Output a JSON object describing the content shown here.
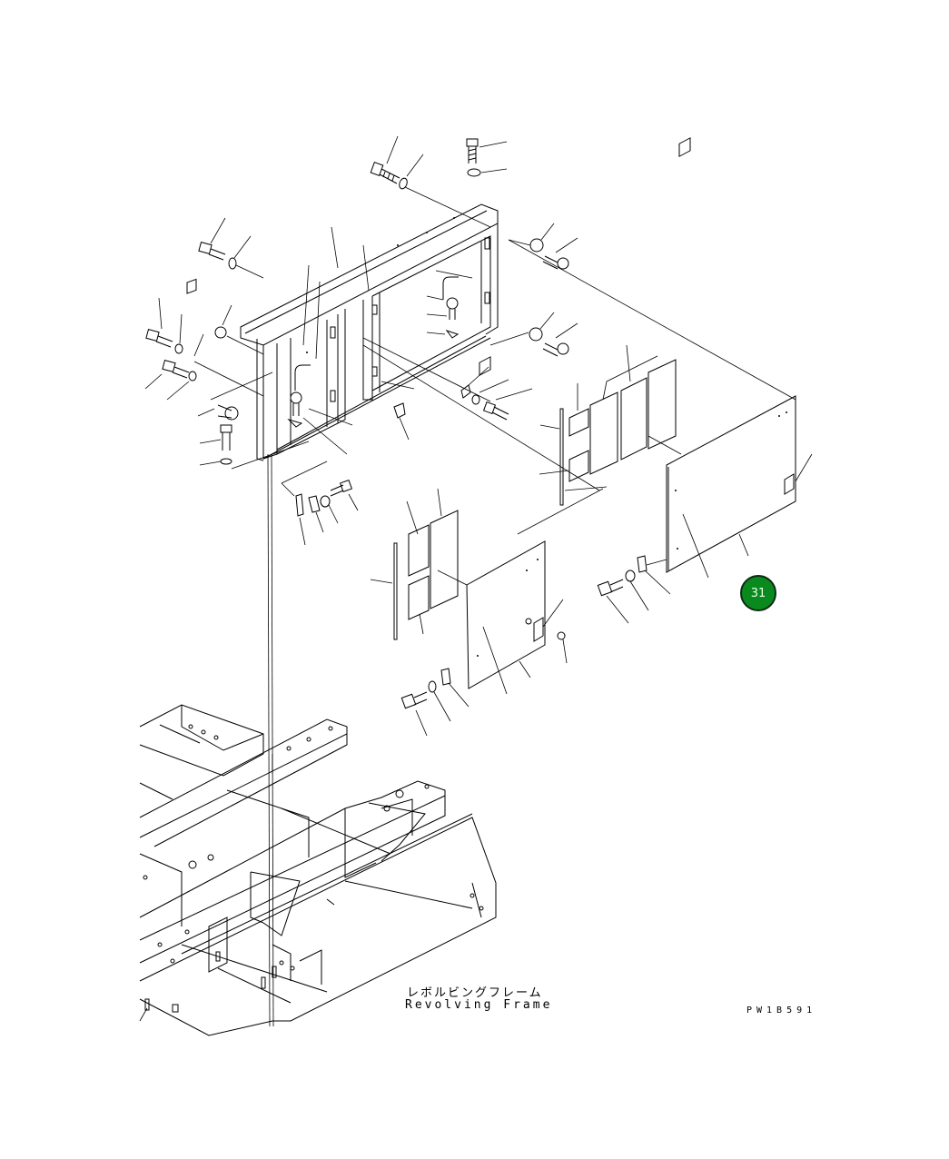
{
  "labels": {
    "frame_name_jp": "レボルビングフレーム",
    "frame_name_en": "Revolving Frame",
    "drawing_code": "PW1B591"
  },
  "callouts": [
    {
      "number": "31",
      "color": "#0a8a1e"
    }
  ]
}
